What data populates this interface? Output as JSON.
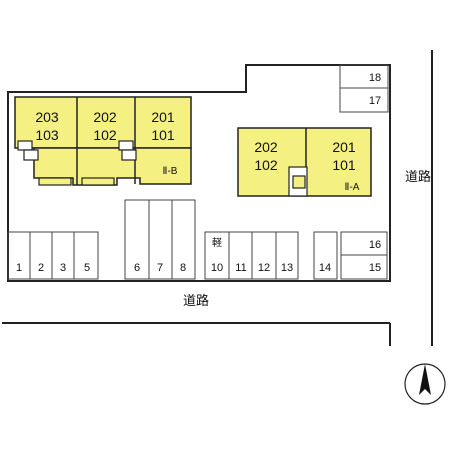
{
  "colors": {
    "building_fill": "#f5f082",
    "outline": "#222222",
    "background": "#ffffff"
  },
  "buildings": {
    "II_B": {
      "name": "Ⅱ-B",
      "units": [
        {
          "top": "203",
          "bottom": "103"
        },
        {
          "top": "202",
          "bottom": "102"
        },
        {
          "top": "201",
          "bottom": "101"
        }
      ]
    },
    "II_A": {
      "name": "Ⅱ-A",
      "units": [
        {
          "top": "202",
          "bottom": "102"
        },
        {
          "top": "201",
          "bottom": "101"
        }
      ]
    }
  },
  "parking": {
    "row_left": [
      "1",
      "2",
      "3",
      "5"
    ],
    "row_mid": [
      "6",
      "7",
      "8"
    ],
    "row_right": [
      "10",
      "11",
      "12",
      "13"
    ],
    "kei_label": "軽",
    "single": "14",
    "stack_lower": [
      "16",
      "15"
    ],
    "stack_upper": [
      "18",
      "17"
    ]
  },
  "roads": {
    "bottom": "道路",
    "right": "道路"
  },
  "compass": {
    "icon": "north-arrow-icon"
  }
}
